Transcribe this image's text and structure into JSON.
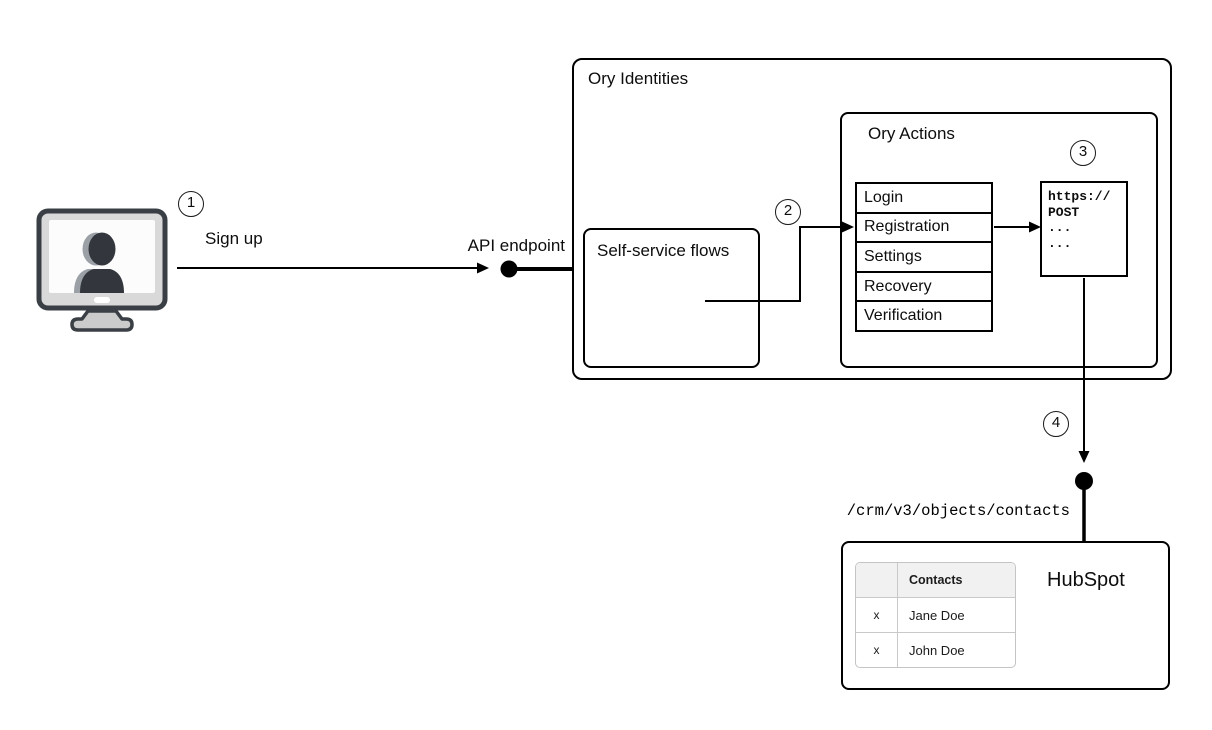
{
  "colors": {
    "line": "#000000",
    "box_border": "#000000",
    "table_border": "#c9c9c9",
    "table_header_bg": "#f1f1f1",
    "icon_dark": "#33373d",
    "icon_light_gray": "#d9d9d9"
  },
  "step_badges": {
    "one": "1",
    "two": "2",
    "three": "3",
    "four": "4"
  },
  "labels": {
    "sign_up": "Sign up",
    "api_endpoint": "API endpoint"
  },
  "ory_identities": {
    "title": "Ory Identities",
    "self_service_flows": {
      "title": "Self-service flows"
    },
    "ory_actions": {
      "title": "Ory Actions",
      "flows": [
        "Login",
        "Registration",
        "Settings",
        "Recovery",
        "Verification"
      ],
      "webhook": {
        "lines": [
          "https://",
          "POST",
          "...",
          "..."
        ]
      }
    }
  },
  "hubspot": {
    "title": "HubSpot",
    "endpoint_path": "/crm/v3/objects/contacts",
    "contacts_table": {
      "header": {
        "col2": "Contacts"
      },
      "rows": [
        {
          "col1": "x",
          "col2": "Jane Doe"
        },
        {
          "col1": "x",
          "col2": "John Doe"
        }
      ]
    }
  }
}
